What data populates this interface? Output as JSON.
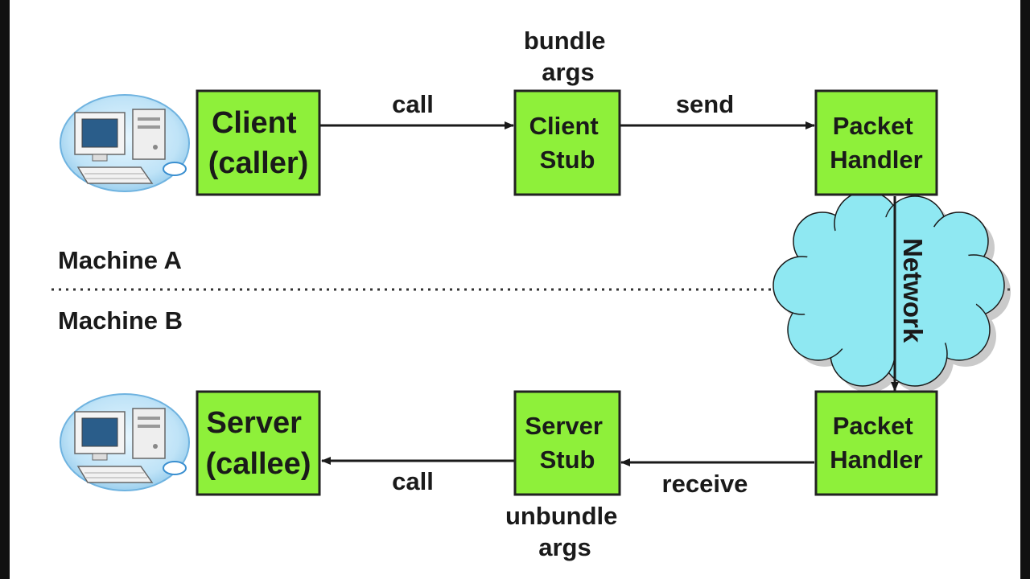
{
  "colors": {
    "box_fill": "#8ef03a",
    "box_stroke": "#222222",
    "cloud_fill": "#8fe8f2",
    "arrow": "#1a1a1a",
    "divider": "#333333"
  },
  "nodes": {
    "client": [
      "Client",
      "(caller)"
    ],
    "client_stub": [
      "Client",
      "Stub"
    ],
    "packet_handler_a": [
      "Packet",
      "Handler"
    ],
    "server": [
      "Server",
      "(callee)"
    ],
    "server_stub": [
      "Server",
      "Stub"
    ],
    "packet_handler_b": [
      "Packet",
      "Handler"
    ]
  },
  "edges": {
    "call_a": "call",
    "send": "send",
    "receive": "receive",
    "call_b": "call"
  },
  "annotations": {
    "bundle_args": [
      "bundle",
      "args"
    ],
    "unbundle_args": [
      "unbundle",
      "args"
    ]
  },
  "machines": {
    "a": "Machine A",
    "b": "Machine B"
  },
  "network_label": "Network",
  "icons": {
    "machine_a": "computer-icon",
    "machine_b": "computer-icon",
    "network": "cloud-icon"
  }
}
